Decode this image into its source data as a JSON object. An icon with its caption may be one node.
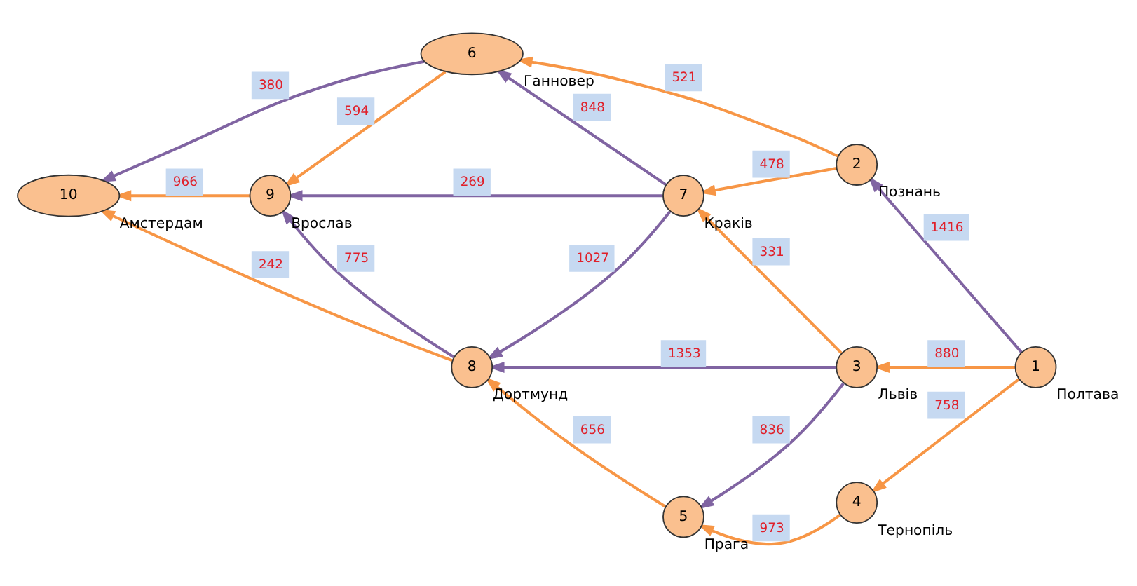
{
  "diagram": {
    "nodes": [
      {
        "text": [
          "1"
        ],
        "beside": [
          "Полтава"
        ]
      },
      {
        "text": [
          "2"
        ],
        "beside": [
          "Познань"
        ]
      },
      {
        "text": [
          "3"
        ],
        "beside": [
          "Львів"
        ]
      },
      {
        "text": [
          "4"
        ],
        "beside": [
          "Тернопіль"
        ]
      },
      {
        "text": [
          "5"
        ],
        "beside": [
          "Прага"
        ]
      },
      {
        "text": [
          "6"
        ],
        "beside": [
          "Ганновер"
        ]
      },
      {
        "text": [
          "7"
        ],
        "beside": [
          "Краків"
        ]
      },
      {
        "text": [
          "8"
        ],
        "beside": [
          "Дортмунд"
        ]
      },
      {
        "text": [
          "9"
        ],
        "beside": [
          "Врослав"
        ]
      },
      {
        "text": [
          "10"
        ],
        "beside": [
          "Амстердам"
        ]
      }
    ],
    "edges": [
      {
        "from": 1,
        "to": 5,
        "arrow": "to",
        "label": "521"
      },
      {
        "from": 0,
        "to": 1,
        "arrow": "to",
        "label": "1416",
        "color": "#8064a2"
      },
      {
        "from": 5,
        "to": 9,
        "arrow": "to",
        "label": "380",
        "color": "#8064a2"
      },
      {
        "from": 5,
        "to": 8,
        "arrow": "to",
        "label": "594"
      },
      {
        "from": 6,
        "to": 5,
        "arrow": "to",
        "label": "848",
        "color": "#8064a2"
      },
      {
        "from": 1,
        "to": 6,
        "arrow": "to",
        "label": "478"
      },
      {
        "from": 0,
        "to": 2,
        "arrow": "to",
        "label": "880"
      },
      {
        "from": 8,
        "to": 9,
        "arrow": "to",
        "label": "966"
      },
      {
        "from": 6,
        "to": 8,
        "arrow": "to",
        "label": "269",
        "color": "#8064a2"
      },
      {
        "from": 2,
        "to": 6,
        "arrow": "to",
        "label": "331"
      },
      {
        "from": 6,
        "to": 7,
        "arrow": "to",
        "label": "1027",
        "color": "#8064a2"
      },
      {
        "from": 0,
        "to": 3,
        "arrow": "to",
        "label": "758"
      },
      {
        "from": 7,
        "to": 9,
        "arrow": "to",
        "label": "242"
      },
      {
        "from": 7,
        "to": 8,
        "arrow": "to",
        "label": "775",
        "color": "#8064a2"
      },
      {
        "from": 2,
        "to": 7,
        "arrow": "to",
        "label": "1353",
        "color": "#8064a2"
      },
      {
        "from": 2,
        "to": 4,
        "arrow": "to",
        "label": "836",
        "color": "#8064a2"
      },
      {
        "from": 3,
        "to": 4,
        "arrow": "to",
        "label": "973"
      },
      {
        "from": 4,
        "to": 7,
        "arrow": "to",
        "label": "656"
      }
    ]
  }
}
